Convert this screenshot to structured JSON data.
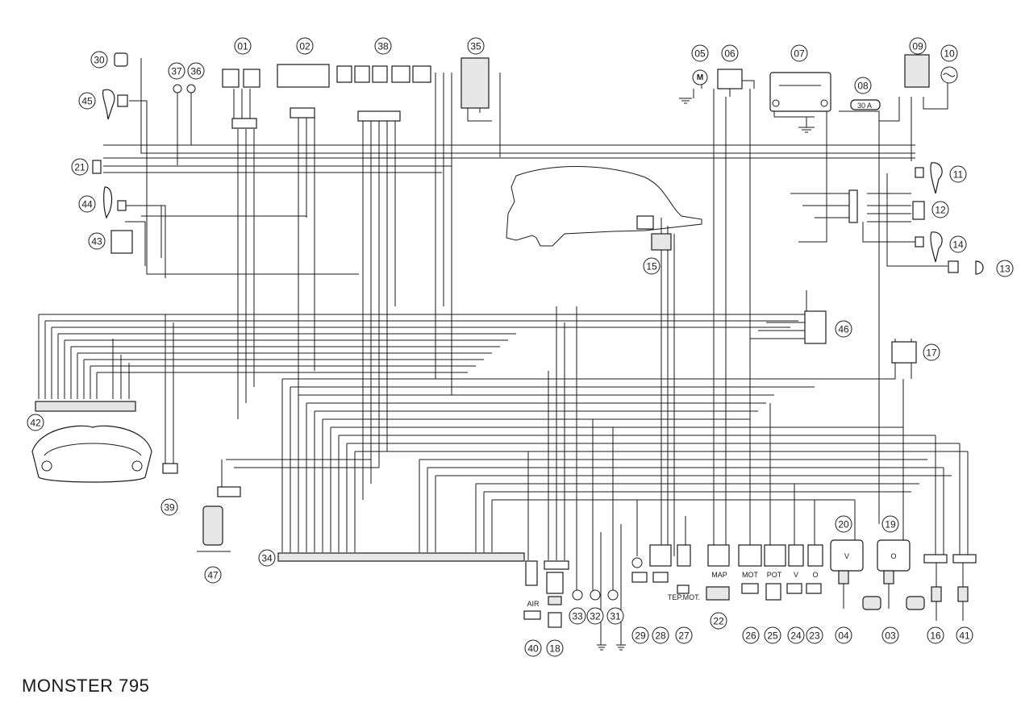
{
  "caption": "MONSTER 795",
  "component_numbers": [
    "30",
    "45",
    "37",
    "36",
    "01",
    "02",
    "38",
    "35",
    "05",
    "06",
    "07",
    "08",
    "09",
    "10",
    "21",
    "44",
    "43",
    "11",
    "12",
    "14",
    "13",
    "15",
    "46",
    "17",
    "42",
    "39",
    "47",
    "34",
    "40",
    "18",
    "33",
    "32",
    "31",
    "29",
    "28",
    "27",
    "22",
    "26",
    "25",
    "24",
    "23",
    "20",
    "04",
    "19",
    "03",
    "16",
    "41"
  ],
  "labels": {
    "fuse": "30 A",
    "motor": "M",
    "tep_mot": "TEP.MOT.",
    "map": "MAP",
    "mot": "MOT",
    "pot": "POT",
    "v": "V",
    "o": "O",
    "air": "AIR",
    "coil_v": "V",
    "coil_o": "O"
  },
  "colors": {
    "line": "#1a1a1a",
    "background": "#ffffff",
    "component_fill": "#e6e6e6"
  }
}
